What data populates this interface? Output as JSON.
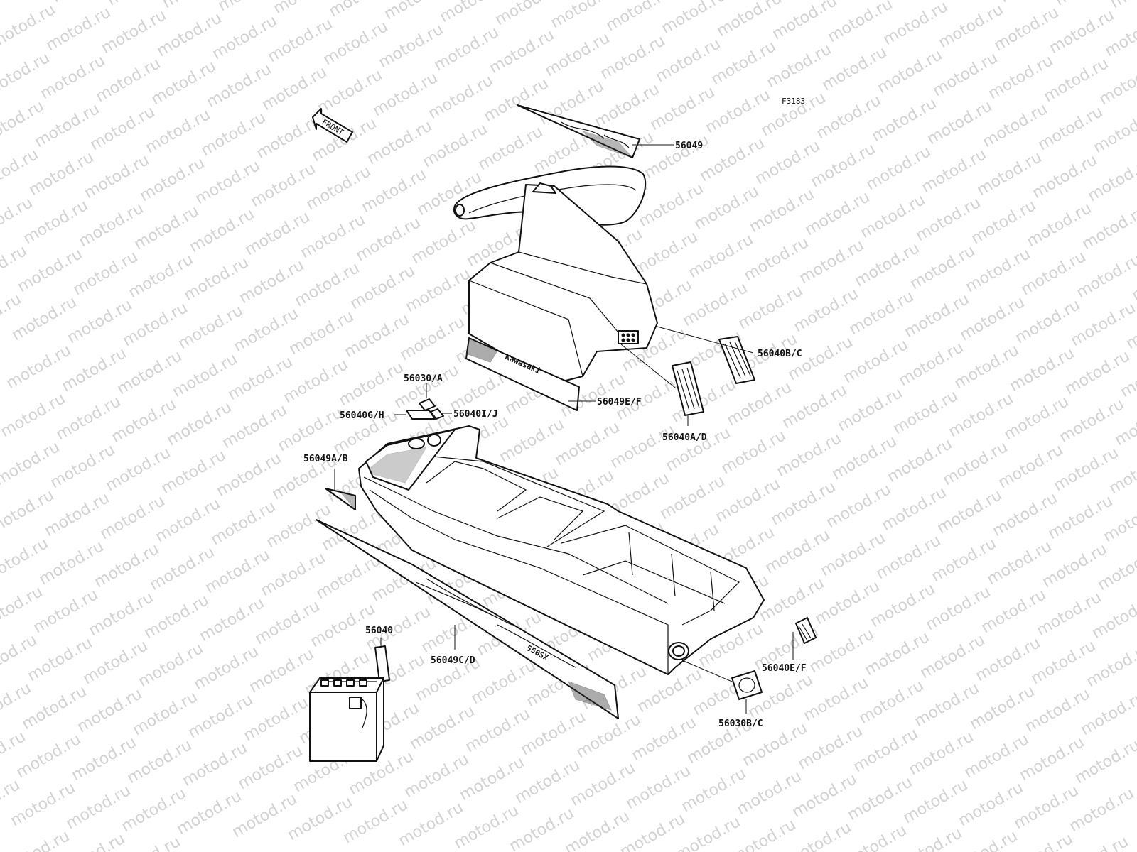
{
  "diagram": {
    "figure_code": "F3183",
    "watermark": "motod.ru",
    "front_arrow_label": "FRONT",
    "hood_logo_text": "Kawasaki",
    "side_logo_text": "550SX",
    "parts": [
      {
        "id": "56049",
        "label": "56049"
      },
      {
        "id": "56040B-C",
        "label": "56040B/C"
      },
      {
        "id": "56049E-F",
        "label": "56049E/F"
      },
      {
        "id": "56030-A",
        "label": "56030/A"
      },
      {
        "id": "56040G-H",
        "label": "56040G/H"
      },
      {
        "id": "56040I-J",
        "label": "56040I/J"
      },
      {
        "id": "56040A-D",
        "label": "56040A/D"
      },
      {
        "id": "56049A-B",
        "label": "56049A/B"
      },
      {
        "id": "56040",
        "label": "56040"
      },
      {
        "id": "56049C-D",
        "label": "56049C/D"
      },
      {
        "id": "56040E-F",
        "label": "56040E/F"
      },
      {
        "id": "56030B-C",
        "label": "56030B/C"
      }
    ]
  }
}
